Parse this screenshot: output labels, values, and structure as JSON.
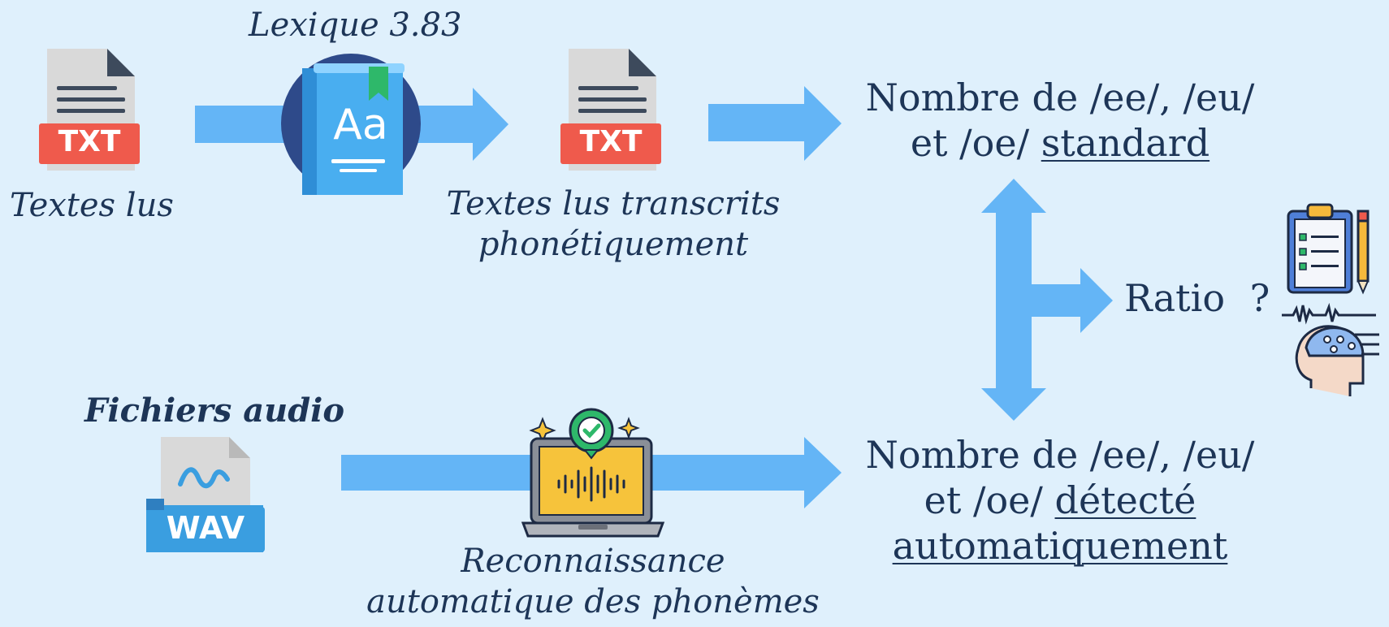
{
  "top_row": {
    "source_label": "Textes lus",
    "dictionary_label": "Lexique 3.83",
    "dictionary_icon_text": "Aa",
    "transcribed_label_line1": "Textes lus transcrits",
    "transcribed_label_line2": "phonétiquement",
    "txt_badge": "TXT"
  },
  "bottom_row": {
    "audio_label": "Fichiers audio",
    "wav_badge": "WAV",
    "recognition_label_line1": "Reconnaissance",
    "recognition_label_line2": "automatique des phonèmes"
  },
  "results": {
    "standard_line1": "Nombre de /ee/, /eu/",
    "standard_line2_prefix": "et /oe/ ",
    "standard_line2_underlined": "standard",
    "detected_line1": "Nombre de /ee/, /eu/",
    "detected_line2_prefix": "et /oe/ ",
    "detected_line2_underlined": "détecté",
    "detected_line3_underlined": "automatiquement"
  },
  "ratio": {
    "label": "Ratio",
    "mark": "?"
  },
  "colors": {
    "background": "#dff0fc",
    "arrow": "#64b5f6",
    "text": "#1d3557",
    "txt_badge": "#ef5a4c",
    "wav_badge": "#3a9ee0"
  }
}
